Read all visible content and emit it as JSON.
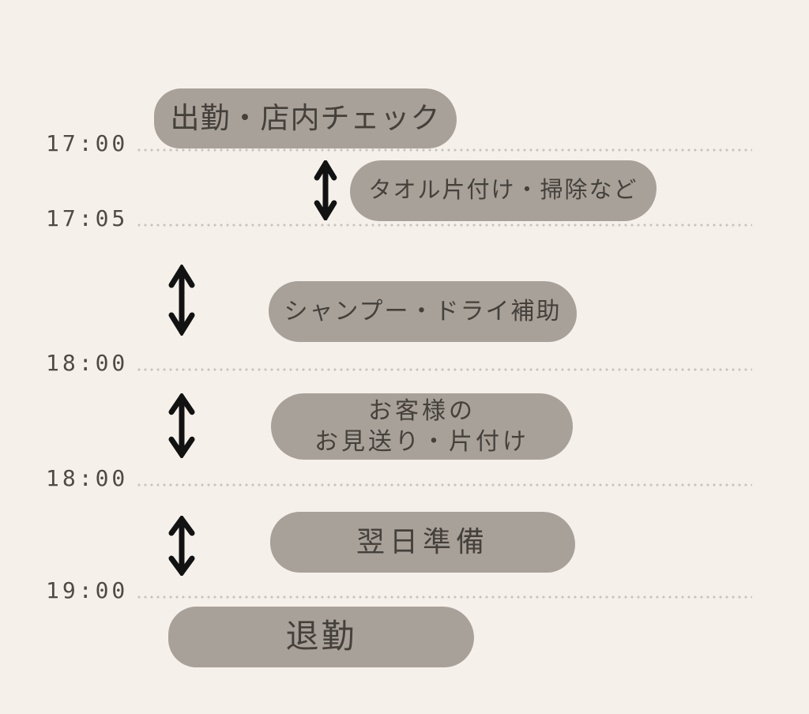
{
  "palette": {
    "background": "#f5f1ea",
    "pill_background": "#a8a19a",
    "pill_text": "#45403a",
    "time_text": "#4f4a44",
    "dotted_line": "#c9c4bc",
    "arrow": "#121212"
  },
  "timeline": {
    "times": [
      {
        "label": "17:00"
      },
      {
        "label": "17:05"
      },
      {
        "label": "18:00"
      },
      {
        "label": "18:00"
      },
      {
        "label": "19:00"
      }
    ]
  },
  "tasks": [
    {
      "label": "出勤・店内チェック"
    },
    {
      "label": "タオル片付け・掃除など"
    },
    {
      "label": "シャンプー・ドライ補助"
    },
    {
      "label": "お客様の\nお見送り・片付け"
    },
    {
      "label": "翌日準備"
    },
    {
      "label": "退勤"
    }
  ],
  "arrows": [
    {
      "icon": "double-vertical-arrow-icon"
    },
    {
      "icon": "double-vertical-arrow-icon"
    },
    {
      "icon": "double-vertical-arrow-icon"
    },
    {
      "icon": "double-vertical-arrow-icon"
    }
  ]
}
